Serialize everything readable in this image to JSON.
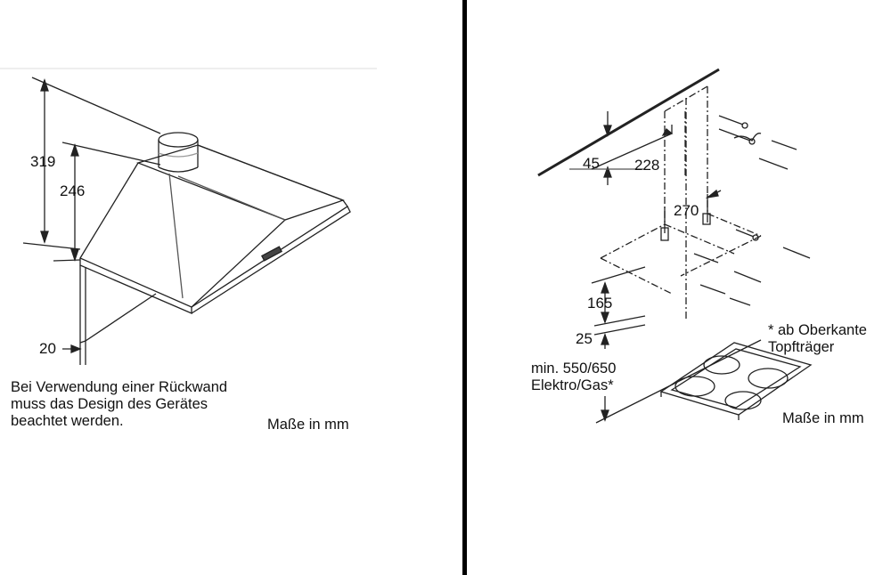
{
  "left": {
    "dimensions": {
      "height_total": "319",
      "height_body": "246",
      "wall_gap": "20"
    },
    "note": "Bei Verwendung einer Rückwand\nmuss das Design des Gerätes\nbeachtet werden.",
    "units": "Maße in mm"
  },
  "right": {
    "dimensions": {
      "ceiling_offset": "45",
      "bracket_offset": "228",
      "bracket_width": "270",
      "lower_offset": "165",
      "bottom_offset": "25"
    },
    "min_height": "min. 550/650\nElektro/Gas*",
    "footnote": "* ab Oberkante\nTopfträger",
    "units": "Maße in mm"
  }
}
